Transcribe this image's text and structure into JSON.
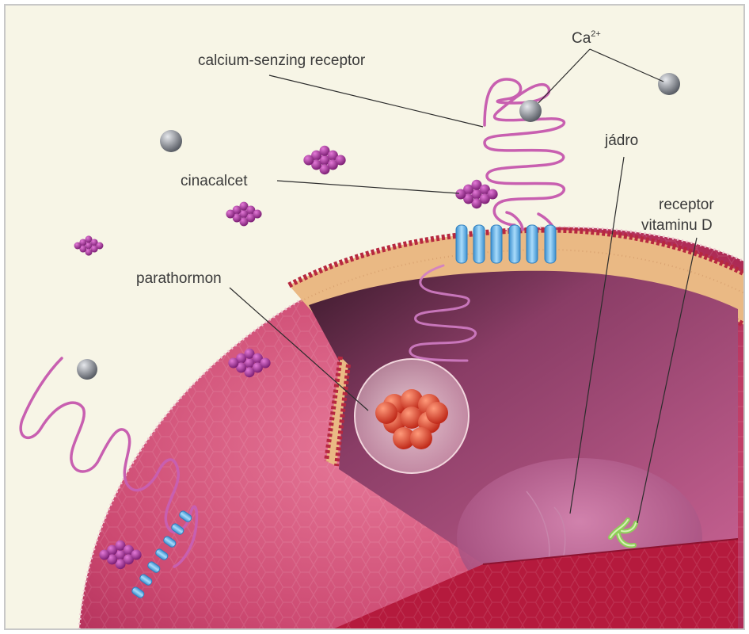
{
  "labels": {
    "calcium_receptor": "calcium-senzing receptor",
    "calcium_ion_prefix": "Ca",
    "calcium_ion_sup": "2+",
    "cinacalcet": "cinacalcet",
    "parathormon": "parathormon",
    "nucleus": "jádro",
    "vitd_receptor_line1": "receptor",
    "vitd_receptor_line2": "vitaminu D"
  },
  "colors": {
    "background": "#f7f5e6",
    "cell_cytoplasm": "#c9436c",
    "cell_interior": "#8d3a5c",
    "membrane": "#e8b87f",
    "membrane_head": "#b82840",
    "receptor_helix": "#c85fb0",
    "transmembrane": "#6ab7e6",
    "cinacalcet": "#a03098",
    "calcium_ion": "#7a7f86",
    "parathormon": "#d8432a",
    "vitd_receptor": "#8fcf5a",
    "label_text": "#3a3a3a"
  },
  "icons": [
    "calcium-ion-icon",
    "cinacalcet-molecule-icon",
    "parathormon-granule-icon",
    "vitamin-d-receptor-icon"
  ]
}
